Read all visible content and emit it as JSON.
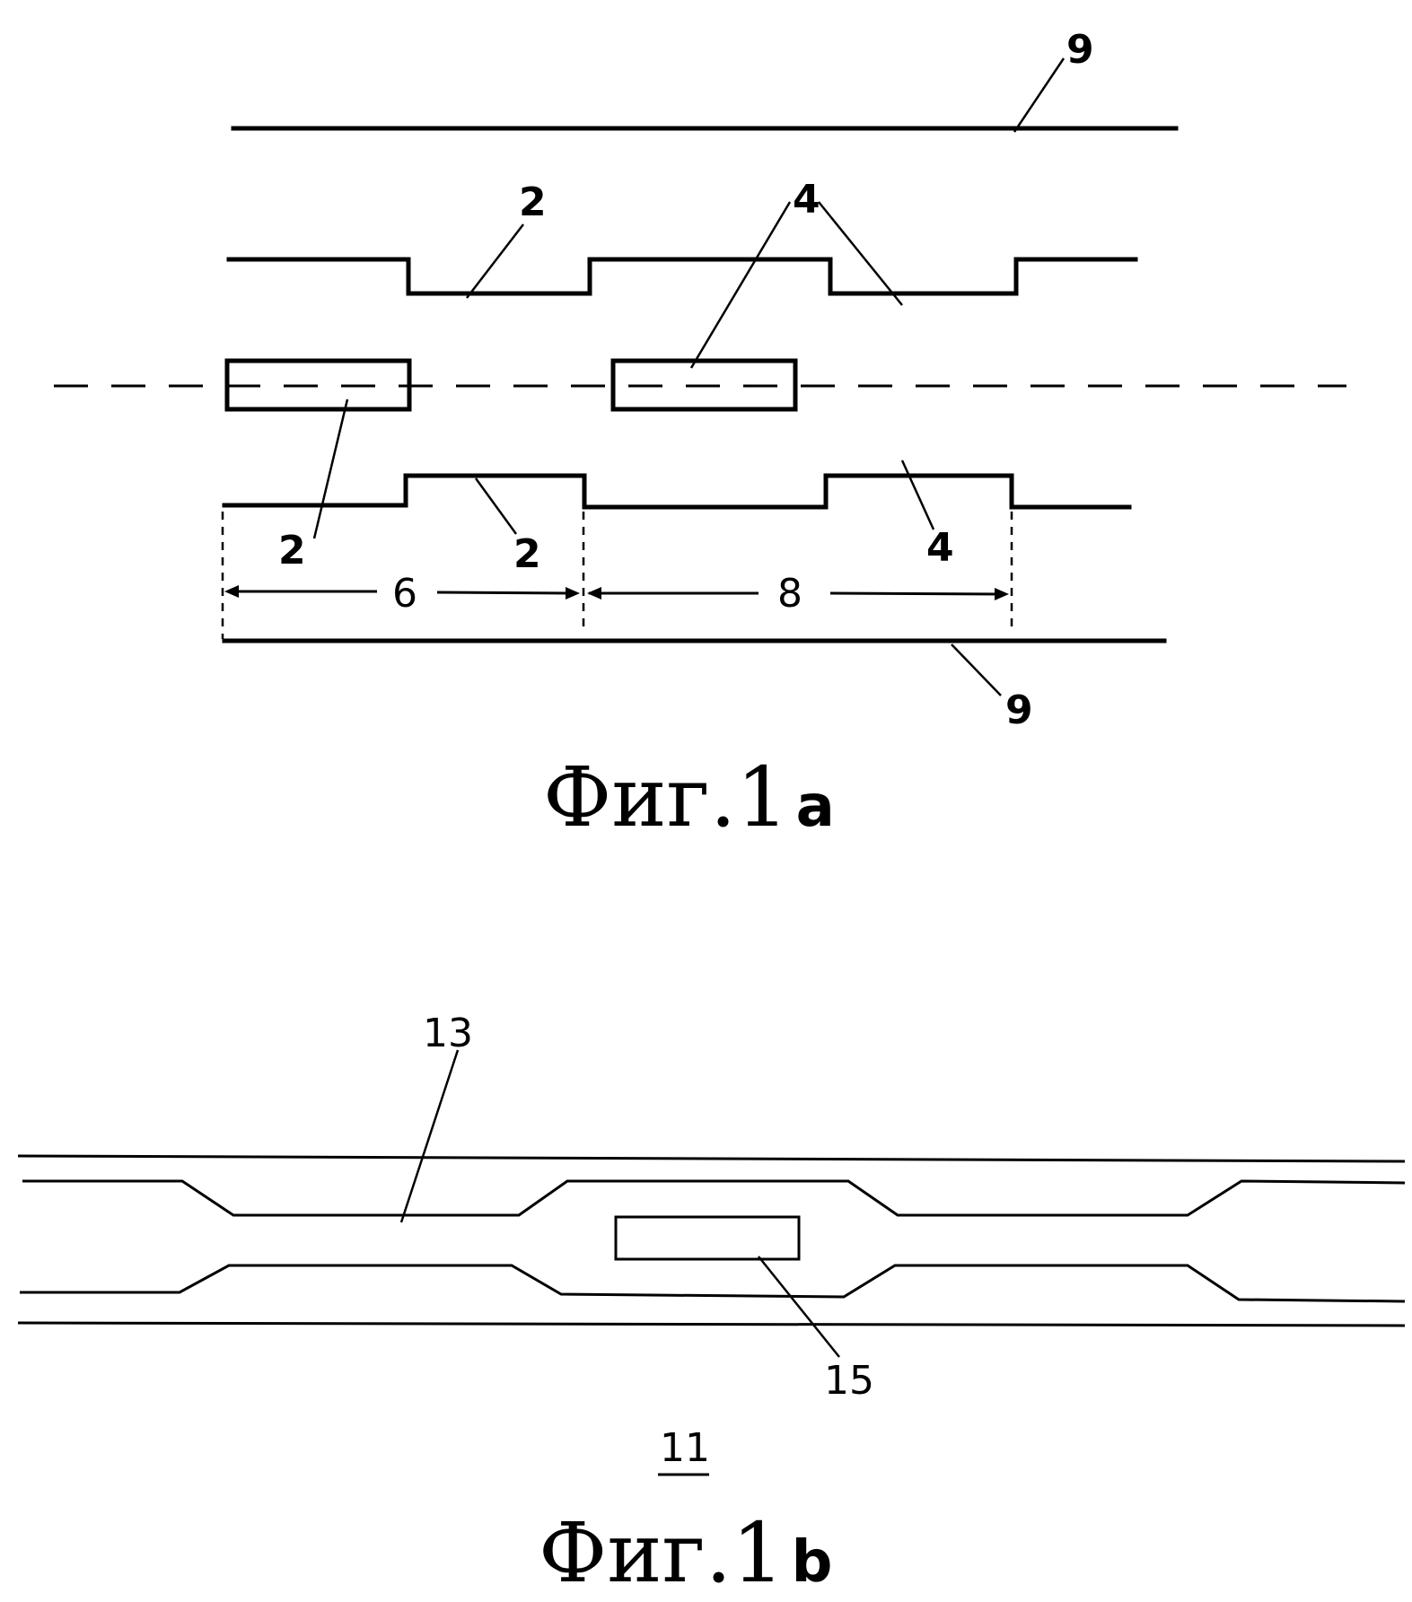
{
  "figure_a": {
    "labels": {
      "label_9_top": "9",
      "label_2_upper": "2",
      "label_4_upper": "4",
      "label_2_lower_left": "2",
      "label_2_lower_mid": "2",
      "label_4_lower": "4",
      "dim_6": "6",
      "dim_8": "8",
      "label_9_bottom": "9"
    },
    "caption": {
      "prefix": "Фиг.1",
      "suffix": "a"
    }
  },
  "figure_b": {
    "labels": {
      "label_13": "13",
      "label_15": "15",
      "label_11": "11"
    },
    "caption": {
      "prefix": "Фиг.1",
      "suffix": "b"
    }
  }
}
